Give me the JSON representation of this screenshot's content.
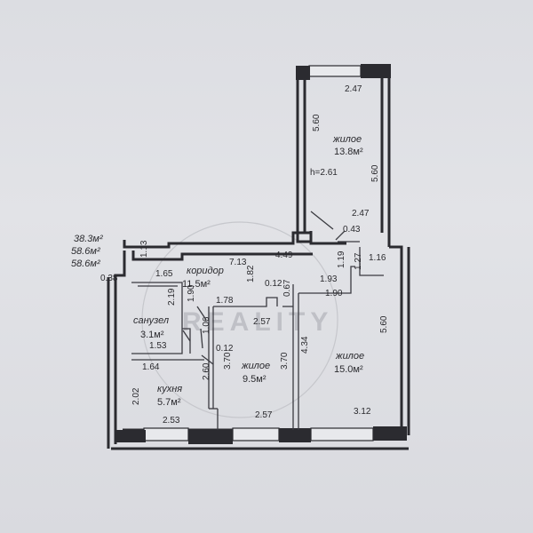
{
  "totals": {
    "line1": "38.3м²",
    "line2": "58.6м²",
    "line3": "58.6м²"
  },
  "watermark": "REALITY",
  "rooms": {
    "zhiloe_top": {
      "name": "жилое",
      "area": "13.8м²"
    },
    "koridor": {
      "name": "коридор",
      "area": "11.5м²"
    },
    "sanuzel": {
      "name": "санузел",
      "area": "3.1м²"
    },
    "kuhnya": {
      "name": "кухня",
      "area": "5.7м²"
    },
    "zhiloe_mid": {
      "name": "жилое",
      "area": "9.5м²"
    },
    "zhiloe_right": {
      "name": "жилое",
      "area": "15.0м²"
    }
  },
  "heights": {
    "h": "h=2.61"
  },
  "dims": {
    "d_247_top": "2.47",
    "d_560_left_top": "5.60",
    "d_560_right_top": "5.60",
    "d_247_mid": "2.47",
    "d_043": "0.43",
    "d_113": "1.13",
    "d_713": "7.13",
    "d_449": "4.49",
    "d_119": "1.19",
    "d_127": "1.27",
    "d_116": "1.16",
    "d_038": "0.38",
    "d_165": "1.65",
    "d_219": "2.19",
    "d_190_a": "1.90",
    "d_182": "1.82",
    "d_012_a": "0.12",
    "d_067": "0.67",
    "d_193": "1.93",
    "d_190_b": "1.90",
    "d_178": "1.78",
    "d_106": "1.06",
    "d_257_a": "2.57",
    "d_153": "1.53",
    "d_012_b": "0.12",
    "d_434": "4.34",
    "d_560_right_bottom": "5.60",
    "d_164": "1.64",
    "d_260": "2.60",
    "d_370_a": "3.70",
    "d_370_b": "3.70",
    "d_202": "2.02",
    "d_253": "2.53",
    "d_257_b": "2.57",
    "d_312": "3.12"
  }
}
